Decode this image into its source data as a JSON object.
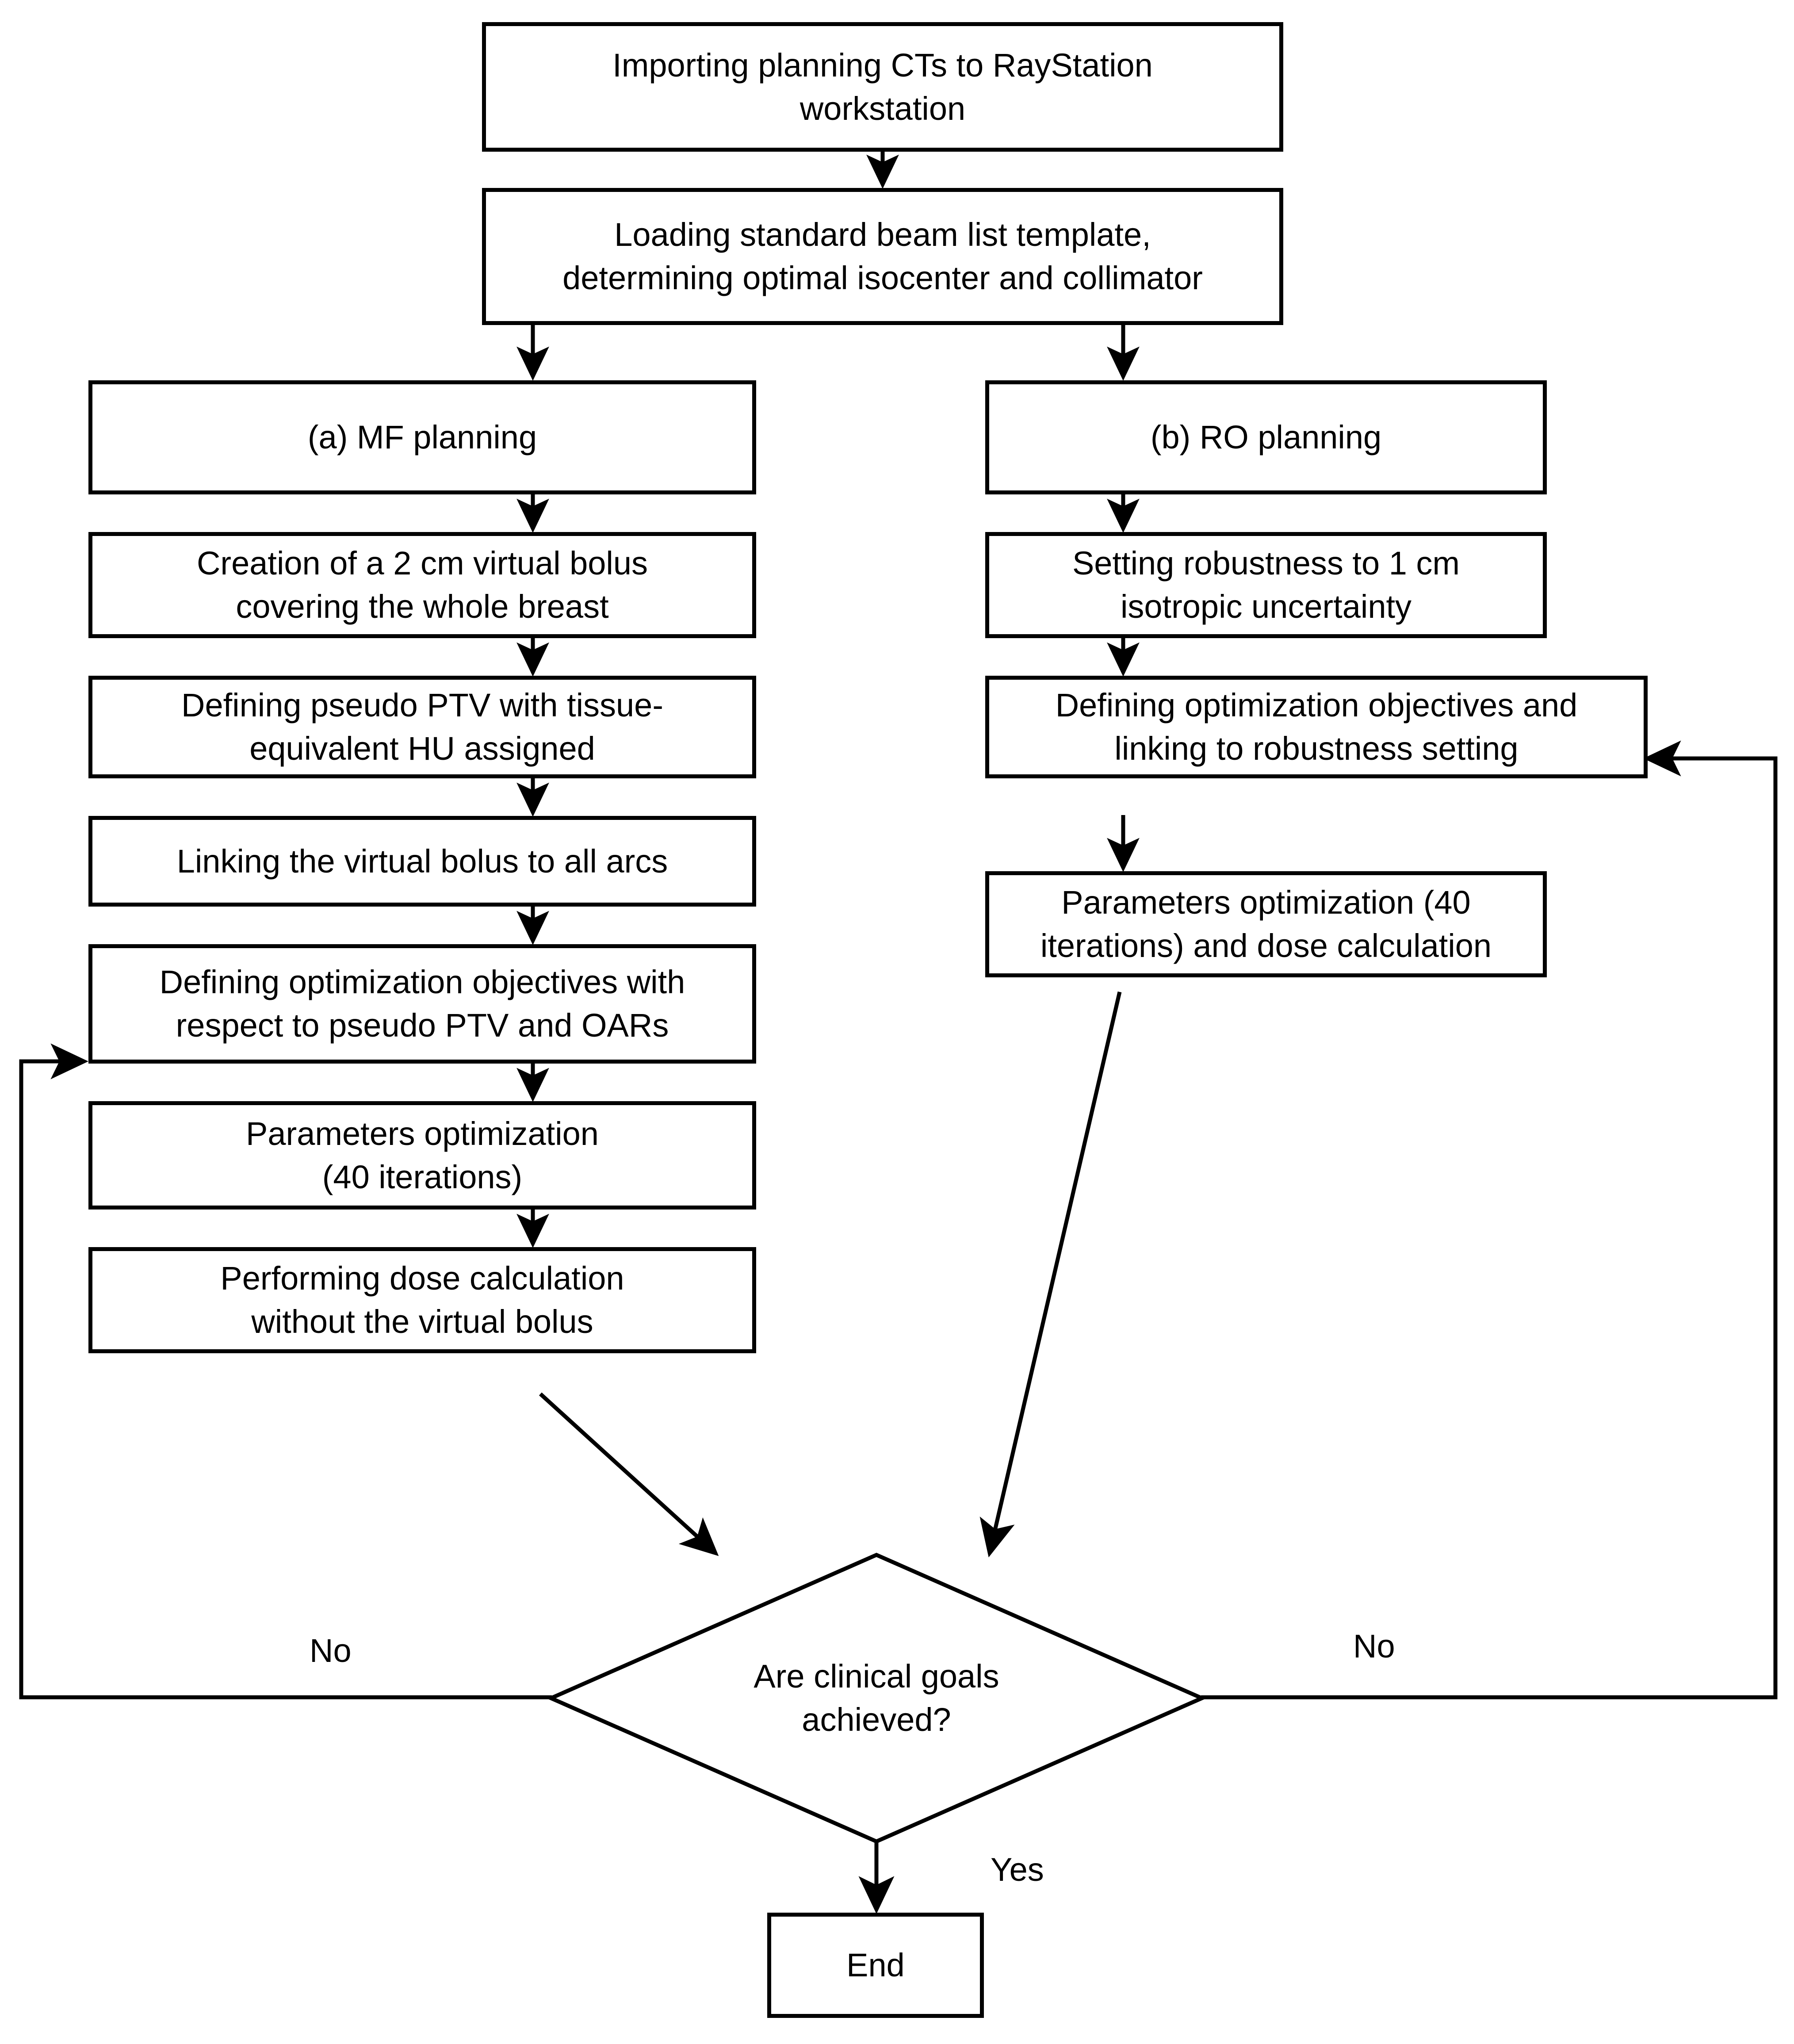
{
  "figure": {
    "type": "flowchart",
    "orientation": "top-down",
    "branches": [
      "(a) MF planning",
      "(b) RO planning"
    ]
  },
  "nodes": {
    "start": {
      "id": "import-cts",
      "shape": "rectangle",
      "label": "Importing planning CTs to RayStation\nworkstation"
    },
    "beam_template": {
      "id": "loading-beam-template",
      "shape": "rectangle",
      "label": "Loading standard beam list template,\ndetermining optimal isocenter and collimator"
    },
    "mf_header": {
      "id": "mf-planning-header",
      "shape": "rectangle",
      "label": "(a) MF planning"
    },
    "ro_header": {
      "id": "ro-planning-header",
      "shape": "rectangle",
      "label": "(b) RO planning"
    },
    "mf_1": {
      "id": "mf-virtual-bolus",
      "shape": "rectangle",
      "label": "Creation of a 2 cm virtual bolus\ncovering the whole breast"
    },
    "mf_2": {
      "id": "mf-pseudo-ptv",
      "shape": "rectangle",
      "label": "Defining pseudo PTV with tissue-\nequivalent HU assigned"
    },
    "mf_3": {
      "id": "mf-link-bolus-arcs",
      "shape": "rectangle",
      "label": "Linking the virtual bolus to all arcs"
    },
    "mf_4": {
      "id": "mf-objectives",
      "shape": "rectangle",
      "label": "Defining optimization objectives with\nrespect to pseudo PTV and OARs"
    },
    "mf_5": {
      "id": "mf-parameters-optimization",
      "shape": "rectangle",
      "label": "Parameters optimization\n(40 iterations)"
    },
    "mf_6": {
      "id": "mf-dose-calculation",
      "shape": "rectangle",
      "label": "Performing dose calculation\nwithout the virtual bolus"
    },
    "ro_1": {
      "id": "ro-robustness-setting",
      "shape": "rectangle",
      "label": "Setting robustness to 1 cm\nisotropic uncertainty"
    },
    "ro_2": {
      "id": "ro-objectives",
      "shape": "rectangle",
      "label": "Defining optimization objectives and\nlinking to robustness setting"
    },
    "ro_3": {
      "id": "ro-parameters-optimization",
      "shape": "rectangle",
      "label": "Parameters optimization (40\niterations) and dose calculation"
    },
    "decision": {
      "id": "clinical-goals-decision",
      "shape": "diamond",
      "label": "Are clinical goals\nachieved?"
    },
    "end": {
      "id": "end-node",
      "shape": "rectangle",
      "label": "End"
    }
  },
  "edge_labels": {
    "no_left": "No",
    "no_right": "No",
    "yes": "Yes"
  },
  "colors": {
    "stroke": "#000000",
    "fill": "#ffffff",
    "text": "#000000"
  }
}
